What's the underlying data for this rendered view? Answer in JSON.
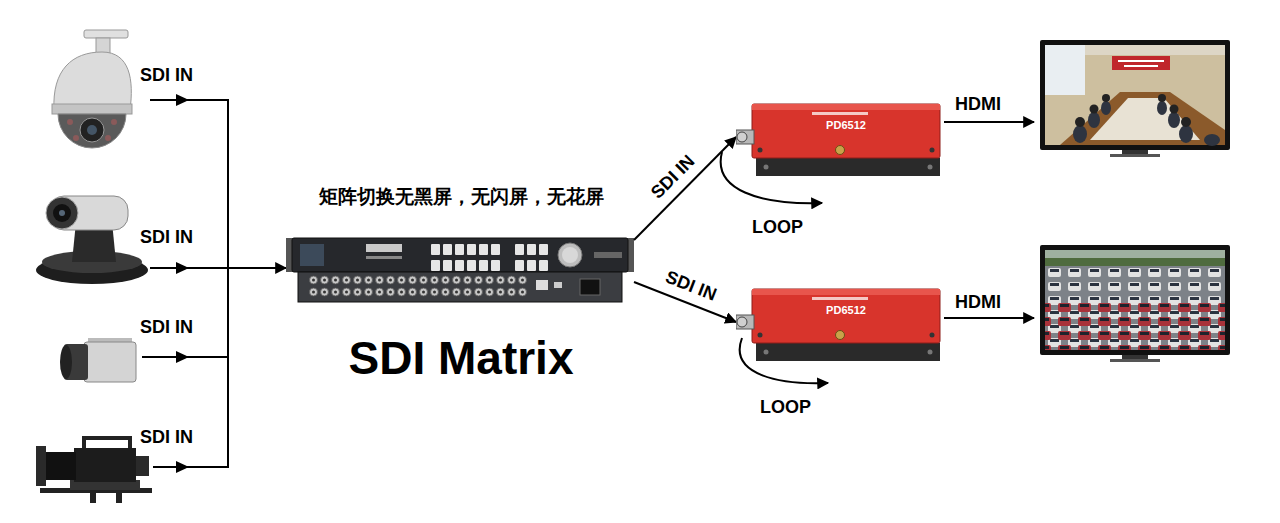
{
  "diagram": {
    "nodes": [
      {
        "text": [
          "矩阵切换无黑屏，无闪屏，无花屏",
          "SDI Matrix"
        ]
      },
      {
        "text": [
          "PD6512"
        ]
      },
      {
        "text": [
          "PD6512"
        ]
      }
    ],
    "edges": [
      {
        "from": 0,
        "to": 1,
        "arrow": "to",
        "label": "SDI IN"
      },
      {
        "from": 0,
        "to": 2,
        "arrow": "to",
        "label": "SDI IN"
      }
    ],
    "labels": [
      "SDI IN",
      "SDI IN",
      "SDI IN",
      "SDI IN",
      "LOOP",
      "HDMI",
      "LOOP",
      "HDMI"
    ]
  }
}
